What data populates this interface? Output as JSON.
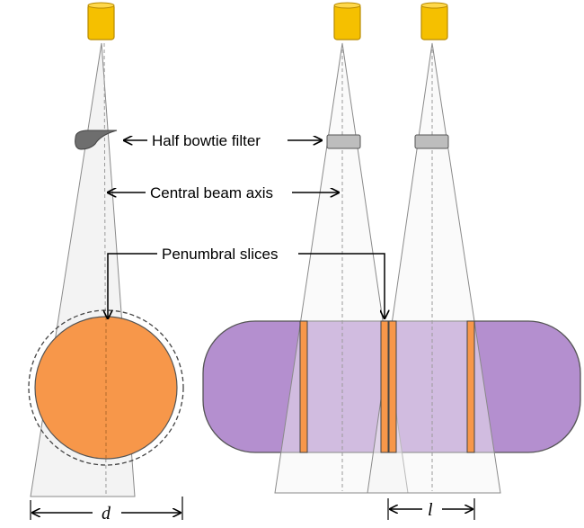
{
  "labels": {
    "bowtie": "Half bowtie filter",
    "axis": "Central beam axis",
    "penumbral": "Penumbral slices"
  },
  "dimensions": {
    "left": "d",
    "right": "l"
  },
  "colors": {
    "source": "#f5c000",
    "source_stroke": "#b88a00",
    "beam_fill": "#f3f3f3",
    "beam_stroke": "#8a8a8a",
    "phantom_orange": "#f7974a",
    "phantom_purple": "#b48fcf",
    "slice_orange": "#f7974a",
    "filter_gray": "#bdbdbd",
    "bowtie_dark": "#6e6e6e"
  }
}
